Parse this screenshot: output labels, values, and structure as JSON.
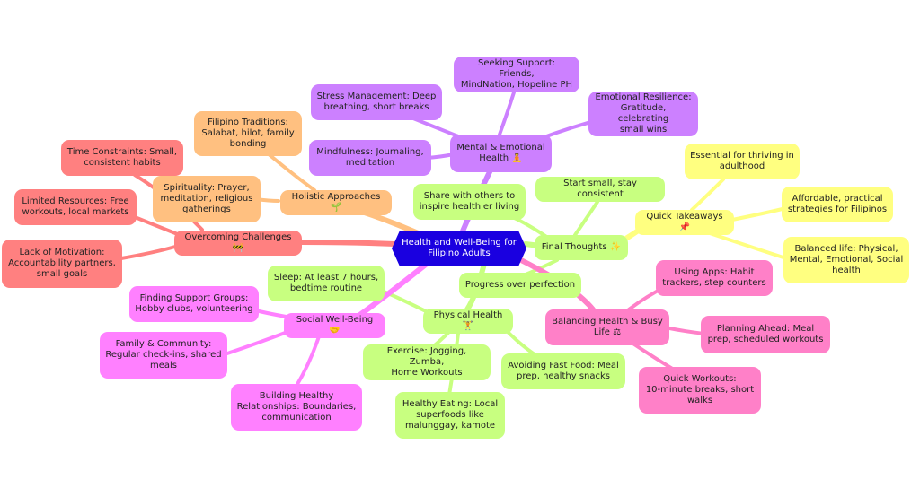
{
  "colors": {
    "center": "#1a00e0",
    "mental": "#cc80ff",
    "holistic": "#ffc080",
    "challenges": "#ff8080",
    "takeaways": "#ffff80",
    "green": "#c8ff80",
    "balancing": "#ff80c8",
    "social": "#ff80ff"
  },
  "center": {
    "label": "Health and Well-Being for\nFilipino Adults"
  },
  "mental": {
    "label": "Mental & Emotional\nHealth 🧘",
    "support": "Seeking Support: Friends,\nMindNation, Hopeline PH",
    "stress": "Stress Management: Deep\nbreathing, short breaks",
    "resilience": "Emotional Resilience:\nGratitude, celebrating\nsmall wins",
    "mindfulness": "Mindfulness: Journaling,\nmeditation"
  },
  "holistic": {
    "label": "Holistic Approaches 🌱",
    "traditions": "Filipino Traditions:\nSalabat, hilot, family\nbonding",
    "spirituality": "Spirituality: Prayer,\nmeditation, religious\ngatherings"
  },
  "challenges": {
    "label": "Overcoming Challenges 🚧",
    "time": "Time Constraints: Small,\nconsistent habits",
    "resources": "Limited Resources: Free\nworkouts, local markets",
    "motivation": "Lack of Motivation:\nAccountability partners,\nsmall goals"
  },
  "takeaways": {
    "label": "Quick Takeaways 📌",
    "essential": "Essential for thriving in\nadulthood",
    "affordable": "Affordable, practical\nstrategies for Filipinos",
    "balanced": "Balanced life: Physical,\nMental, Emotional, Social\nhealth"
  },
  "final": {
    "label": "Final Thoughts ✨",
    "share": "Share with others to\ninspire healthier living",
    "start": "Start small, stay consistent",
    "progress": "Progress over perfection"
  },
  "physical": {
    "label": "Physical Health 🏋",
    "sleep": "Sleep: At least 7 hours,\nbedtime routine",
    "exercise": "Exercise: Jogging, Zumba,\nHome Workouts",
    "fastfood": "Avoiding Fast Food: Meal\nprep, healthy snacks",
    "eating": "Healthy Eating: Local\nsuperfoods like\nmalunggay, kamote"
  },
  "balancing": {
    "label": "Balancing Health & Busy\nLife ⚖",
    "apps": "Using Apps: Habit\ntrackers, step counters",
    "planning": "Planning Ahead: Meal\nprep, scheduled workouts",
    "quick": "Quick Workouts:\n10-minute breaks, short\nwalks"
  },
  "social": {
    "label": "Social Well-Being 🤝",
    "groups": "Finding Support Groups:\nHobby clubs, volunteering",
    "family": "Family & Community:\nRegular check-ins, shared\nmeals",
    "relationships": "Building Healthy\nRelationships: Boundaries,\ncommunication"
  }
}
